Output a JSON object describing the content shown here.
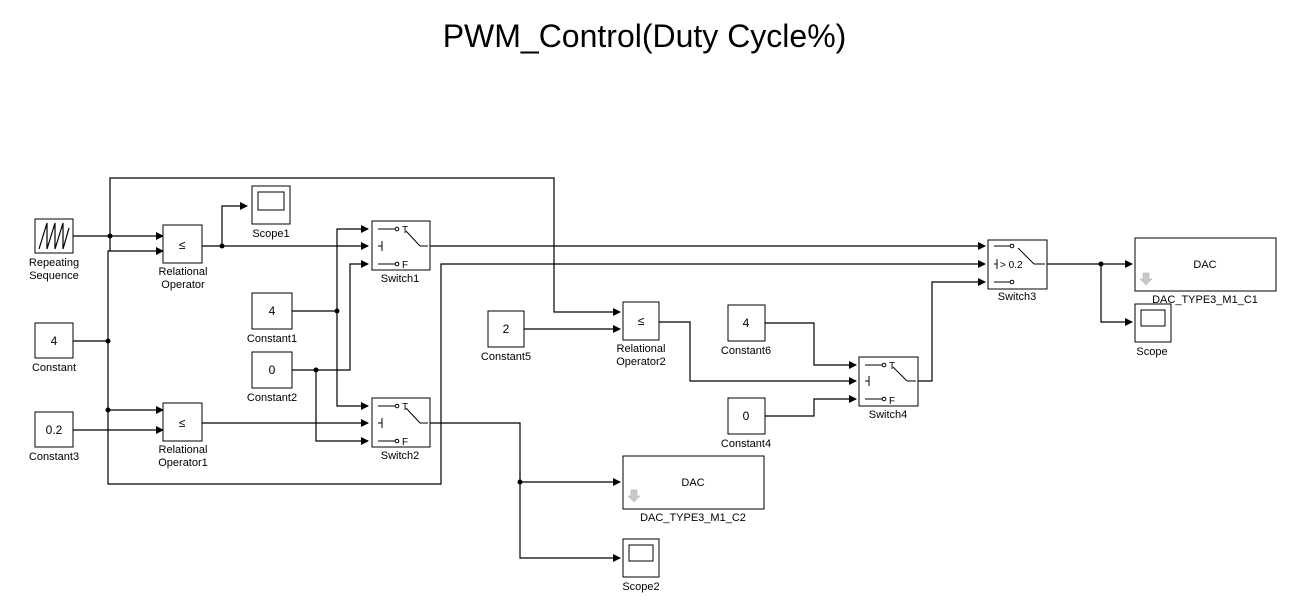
{
  "title": "PWM_Control(Duty Cycle%)",
  "blocks": {
    "repeating_sequence": {
      "label_line1": "Repeating",
      "label_line2": "Sequence"
    },
    "constant": {
      "value": "4",
      "label": "Constant"
    },
    "constant3": {
      "value": "0.2",
      "label": "Constant3"
    },
    "relational_operator": {
      "symbol": "≤",
      "label_line1": "Relational",
      "label_line2": "Operator"
    },
    "relational_operator1": {
      "symbol": "≤",
      "label_line1": "Relational",
      "label_line2": "Operator1"
    },
    "scope1": {
      "label": "Scope1"
    },
    "constant1": {
      "value": "4",
      "label": "Constant1"
    },
    "constant2": {
      "value": "0",
      "label": "Constant2"
    },
    "switch1": {
      "label": "Switch1",
      "t": "T",
      "f": "F"
    },
    "switch2": {
      "label": "Switch2",
      "t": "T",
      "f": "F"
    },
    "constant5": {
      "value": "2",
      "label": "Constant5"
    },
    "relational_operator2": {
      "symbol": "≤",
      "label_line1": "Relational",
      "label_line2": "Operator2"
    },
    "constant6": {
      "value": "4",
      "label": "Constant6"
    },
    "constant4": {
      "value": "0",
      "label": "Constant4"
    },
    "switch4": {
      "label": "Switch4",
      "t": "T",
      "f": "F"
    },
    "switch3": {
      "label": "Switch3",
      "threshold": "> 0.2"
    },
    "dac_c1": {
      "text": "DAC",
      "label": "DAC_TYPE3_M1_C1"
    },
    "scope": {
      "label": "Scope"
    },
    "dac_c2": {
      "text": "DAC",
      "label": "DAC_TYPE3_M1_C2"
    },
    "scope2": {
      "label": "Scope2"
    }
  }
}
